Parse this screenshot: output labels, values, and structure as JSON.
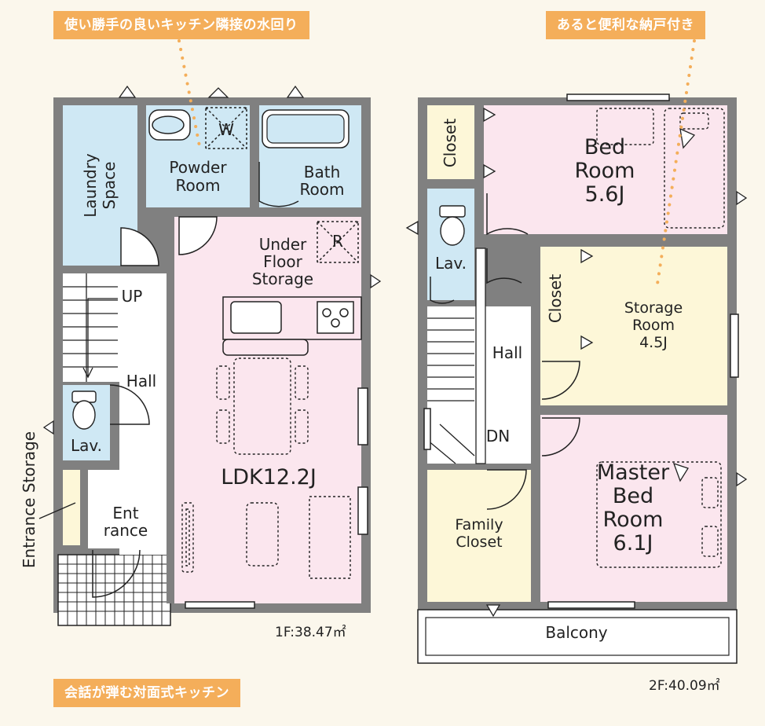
{
  "callouts": {
    "kitchen_water": "使い勝手の良いキッチン隣接の水回り",
    "storage_room": "あると便利な納戸付き",
    "face_kitchen": "会話が弾む対面式キッチン"
  },
  "floor1": {
    "area": "1F:38.47㎡",
    "laundry": [
      "Laundry",
      "Space"
    ],
    "washer": "W",
    "powder": [
      "Powder",
      "Room"
    ],
    "bath": [
      "Bath",
      "Room"
    ],
    "under_floor": [
      "Under",
      "Floor",
      "Storage"
    ],
    "fridge": "R",
    "up": "UP",
    "hall": "Hall",
    "lav": "Lav.",
    "entrance_storage": "Entrance Storage",
    "entrance": [
      "Ent",
      "rance"
    ],
    "ldk": "LDK12.2J"
  },
  "floor2": {
    "area": "2F:40.09㎡",
    "closet_top": "Closet",
    "bed": [
      "Bed",
      "Room",
      "5.6J"
    ],
    "lav": "Lav.",
    "closet_mid": "Closet",
    "storage": [
      "Storage",
      "Room",
      "4.5J"
    ],
    "hall": "Hall",
    "dn": "DN",
    "family_closet": [
      "Family",
      "Closet"
    ],
    "master": [
      "Master",
      "Bed",
      "Room",
      "6.1J"
    ],
    "balcony": "Balcony"
  },
  "colors": {
    "background": "#fbf7ec",
    "callout": "#f4ae5a",
    "wall": "#808080",
    "blue": "#cfe8f4",
    "pink": "#fbe6ee",
    "yellow": "#fdf7d8",
    "white": "#ffffff"
  }
}
